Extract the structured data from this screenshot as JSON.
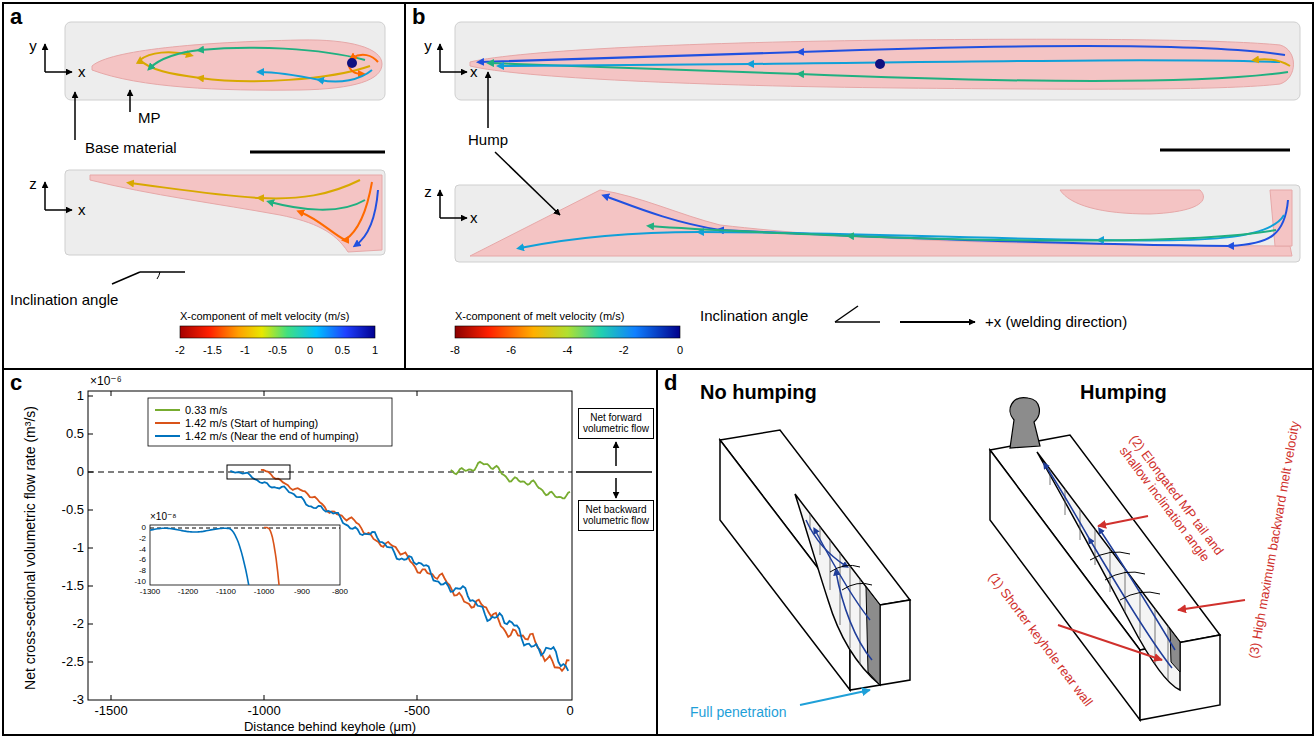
{
  "diagram": {
    "nodes": [
      {
        "text": [
          "a"
        ]
      },
      {
        "text": [
          "b"
        ]
      },
      {
        "text": [
          "c"
        ]
      },
      {
        "text": [
          "d"
        ]
      },
      {
        "text": [
          "Net forward volumetric flow"
        ],
        "in": 2
      },
      {
        "text": [
          "Net backward volumetric flow"
        ],
        "in": 2
      }
    ],
    "labels": [
      "y",
      "x",
      "MP",
      "Base material",
      "z",
      "x",
      "Inclination angle",
      "X-component of melt velocity (m/s)",
      "-2",
      "-1.5",
      "-1",
      "-0.5",
      "0",
      "0.5",
      "1",
      "y",
      "x",
      "Hump",
      "z",
      "x",
      "X-component of melt velocity (m/s)",
      "-8",
      "-6",
      "-4",
      "-2",
      "0",
      "Inclination angle",
      "+x (welding direction)",
      "×10⁻⁶",
      "1",
      "0.5",
      "0",
      "-0.5",
      "-1",
      "-1.5",
      "-2",
      "-2.5",
      "-3",
      "Net cross-sectional volumetric flow rate (m³/s)",
      "-1500",
      "-1000",
      "-500",
      "0",
      "Distance behind keyhole (μm)",
      "×10⁻⁸",
      "0",
      "-2",
      "-4",
      "-6",
      "-8",
      "-10",
      "-1300",
      "-1200",
      "-1100",
      "-1000",
      "-900",
      "-800",
      "No humping",
      "Humping",
      "Full penetration",
      "(1) Shorter keyhole rear wall",
      "(2) Elongated MP tail and shallow inclination angle",
      "(3) High maximum backward melt velocity"
    ],
    "legend": [
      {
        "text": "0.33 m/s"
      },
      {
        "text": "1.42 m/s (Start of humping)"
      },
      {
        "text": "1.42 m/s (Near the end of humping)"
      }
    ]
  }
}
